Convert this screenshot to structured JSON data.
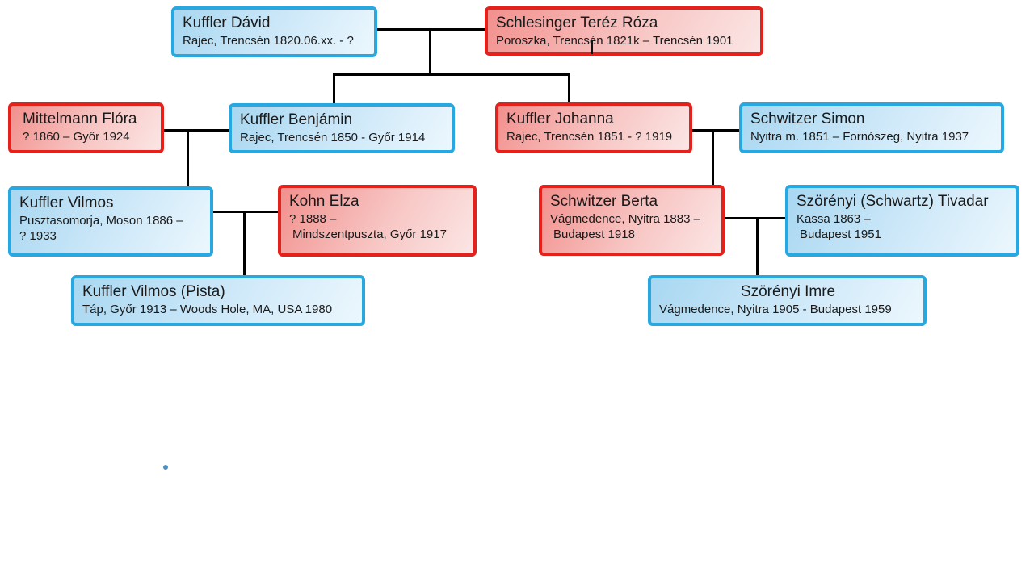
{
  "diagram_type": "family-tree",
  "colors": {
    "male_border": "#28a8e0",
    "male_fill": "#a8d7f1",
    "female_border": "#e5211b",
    "female_fill": "#f2908d",
    "connector": "#000000",
    "stray_dot": "#4f8fc0",
    "text": "#1a1a1a"
  },
  "people": [
    {
      "id": "kuffler-david",
      "name": "Kuffler Dávid",
      "dates": "Rajec, Trencsén 1820.06.xx. - ?",
      "gender_color": "blue"
    },
    {
      "id": "schlesinger-terez",
      "name": "Schlesinger Teréz Róza",
      "dates": "Poroszka, Trencsén 1821k – Trencsén 1901",
      "gender_color": "red"
    },
    {
      "id": "mittelmann-flora",
      "name": "Mittelmann Flóra",
      "dates": "? 1860  – Győr 1924",
      "gender_color": "red"
    },
    {
      "id": "kuffler-benjamin",
      "name": "Kuffler Benjámin",
      "dates": "Rajec, Trencsén 1850 -  Győr 1914",
      "gender_color": "blue"
    },
    {
      "id": "kuffler-johanna",
      "name": "Kuffler Johanna",
      "dates": "Rajec, Trencsén 1851 - ? 1919",
      "gender_color": "red"
    },
    {
      "id": "schwitzer-simon",
      "name": "Schwitzer Simon",
      "dates": "Nyitra m. 1851 – Fornószeg, Nyitra 1937",
      "gender_color": "blue"
    },
    {
      "id": "kuffler-vilmos",
      "name": "Kuffler Vilmos",
      "dates": "Pusztasomorja, Moson 1886 –",
      "dates2": "? 1933",
      "gender_color": "blue"
    },
    {
      "id": "kohn-elza",
      "name": "Kohn Elza",
      "dates": "? 1888 –",
      "dates2": "Mindszentpuszta, Győr 1917",
      "gender_color": "red"
    },
    {
      "id": "schwitzer-berta",
      "name": "Schwitzer Berta",
      "dates": "Vágmedence, Nyitra 1883 –",
      "dates2": "Budapest 1918",
      "gender_color": "red"
    },
    {
      "id": "szorenyi-tivadar",
      "name": "Szörényi (Schwartz) Tivadar",
      "dates": "Kassa 1863 –",
      "dates2": "Budapest 1951",
      "gender_color": "blue"
    },
    {
      "id": "kuffler-vilmos-pista",
      "name": "Kuffler Vilmos (Pista)",
      "dates": "Táp, Győr 1913 – Woods Hole, MA, USA 1980",
      "gender_color": "blue"
    },
    {
      "id": "szorenyi-imre",
      "name": "Szörényi Imre",
      "dates": "Vágmedence, Nyitra 1905 - Budapest 1959",
      "gender_color": "blue"
    }
  ]
}
